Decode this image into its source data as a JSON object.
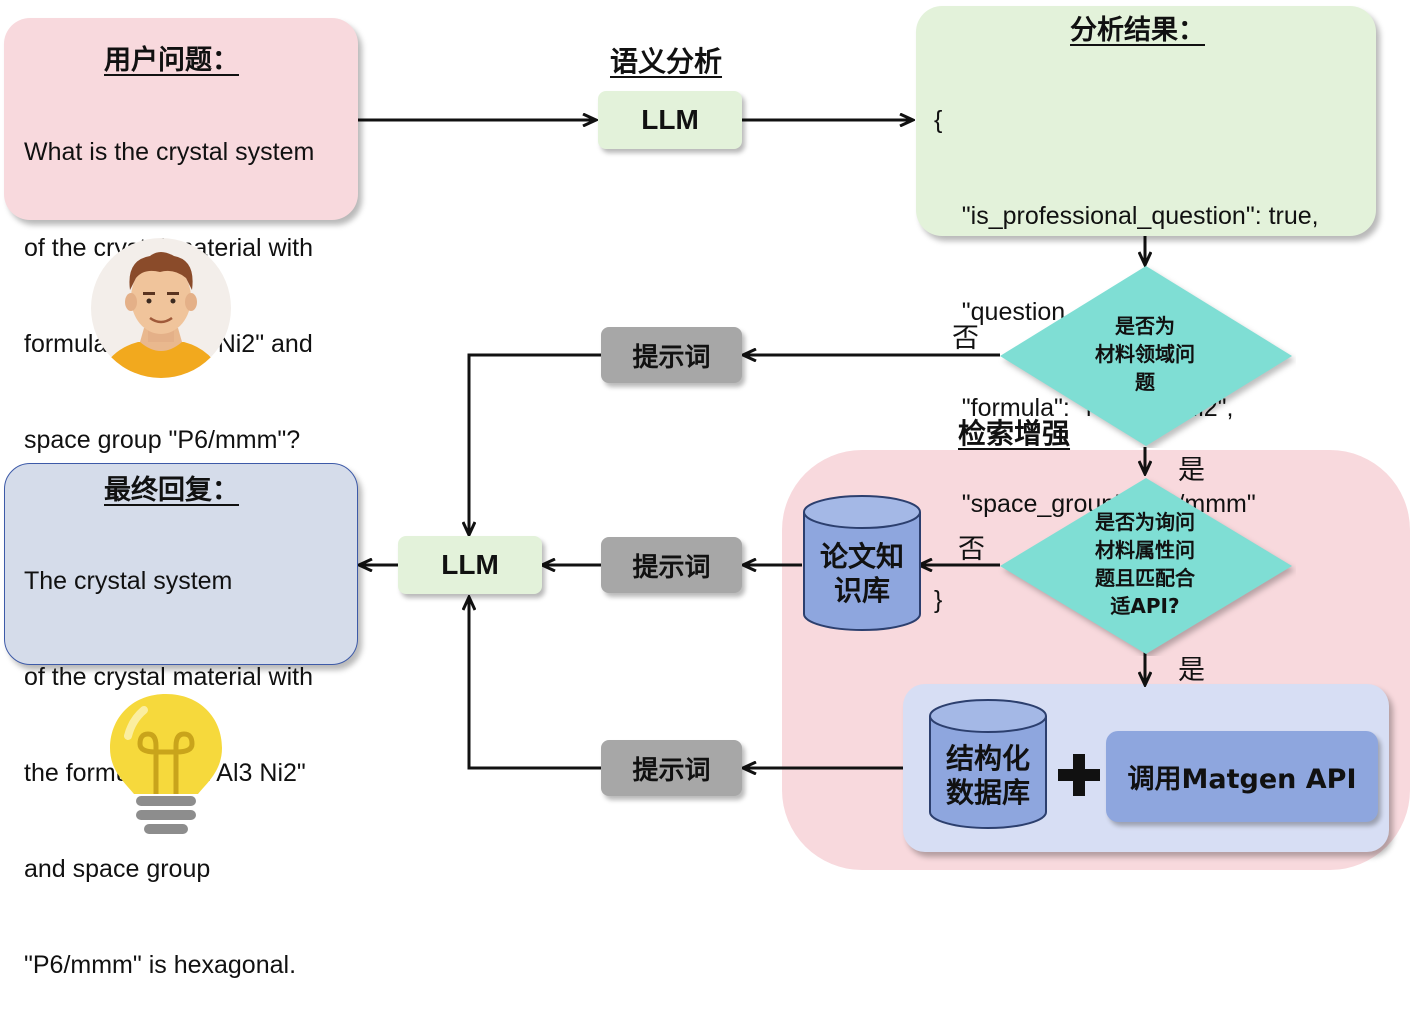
{
  "user_question": {
    "title": "用户问题：",
    "lines": [
      "What is the crystal system",
      "of the crystal material with",
      "formula \"Nd1 Al3 Ni2\" and",
      "space group \"P6/mmm\"?"
    ]
  },
  "semantic_analysis": {
    "title": "语义分析",
    "llm": "LLM"
  },
  "analysis_result": {
    "title": "分析结果：",
    "lines": [
      "{",
      "    \"is_professional_question\": true,",
      "    \"question_classify\": 1,",
      "    \"formula\": \"Nd1 Al3 Ni2\",",
      "    \"space_group\": \"P6/mmm\"",
      "}"
    ]
  },
  "decision1": {
    "lines": [
      "是否为",
      "材料领域问",
      "题"
    ],
    "no": "否",
    "yes": "是"
  },
  "decision2": {
    "lines": [
      "是否为询问",
      "材料属性问",
      "题且匹配合",
      "适API?"
    ],
    "no": "否",
    "yes": "是"
  },
  "rag": {
    "title": "检索增强"
  },
  "prompts": {
    "top": "提示词",
    "middle": "提示词",
    "bottom": "提示词"
  },
  "final_llm": "LLM",
  "paper_kb": {
    "line1": "论文知",
    "line2": "识库"
  },
  "struct_db": {
    "line1": "结构化",
    "line2": "数据库"
  },
  "api_call": "调用Matgen API",
  "final_answer": {
    "title": "最终回复：",
    "lines": [
      "The crystal system",
      "of the crystal material with",
      "the formula \"Nd1 Al3 Ni2\"",
      "and space group",
      "\"P6/mmm\" is hexagonal."
    ]
  },
  "icons": {
    "user": "person-avatar-icon",
    "bulb": "lightbulb-icon",
    "plus": "plus-icon"
  },
  "colors": {
    "question_box": "#f8d9dd",
    "result_box": "#e3f2da",
    "answer_box": "#d5dcea",
    "diamond": "#7fded4",
    "rag_region": "#f8d9dd",
    "api_region": "#d7def4",
    "cylinder": "#8ea6de",
    "prompt_chip": "#a7a7a7"
  }
}
